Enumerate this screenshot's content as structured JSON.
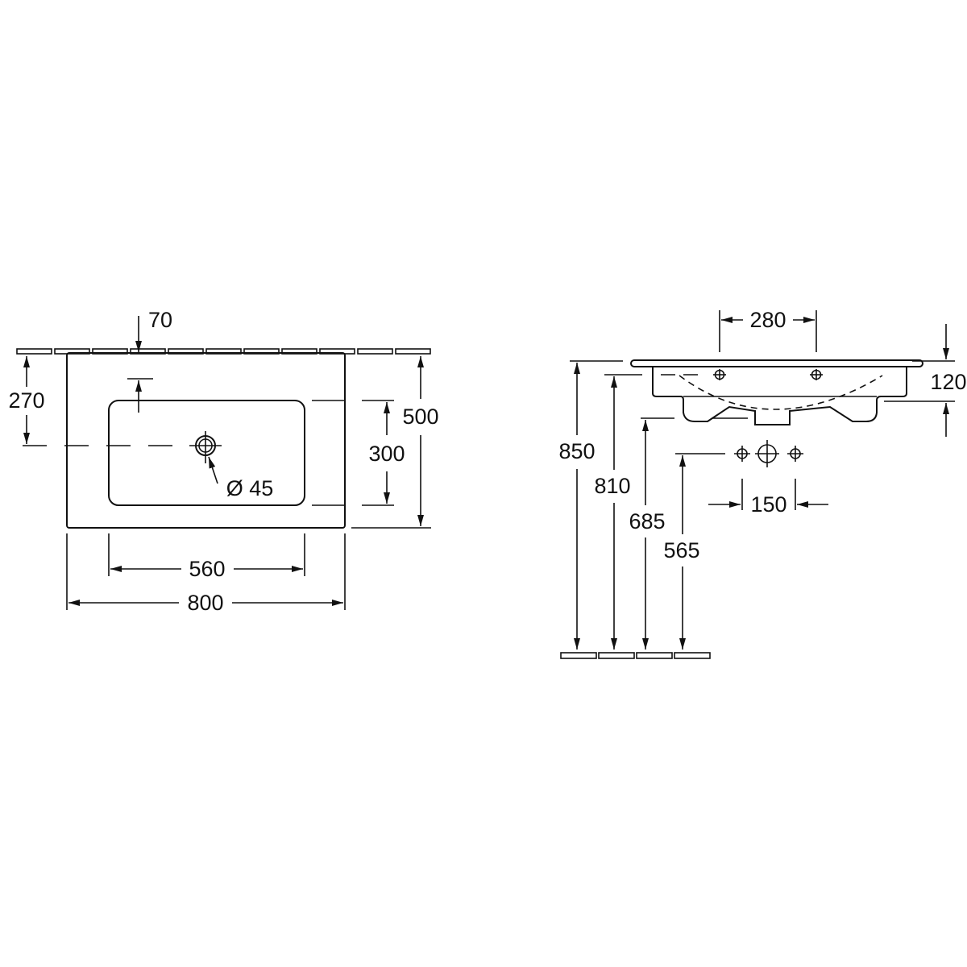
{
  "top_view": {
    "dims": {
      "wall_to_drain": "270",
      "backsplash": "70",
      "depth": "500",
      "bowl_depth": "300",
      "drain_diameter": "Ø 45",
      "bowl_width": "560",
      "width": "800"
    }
  },
  "side_view": {
    "dims": {
      "tap_spacing": "280",
      "thickness": "120",
      "top_height": "850",
      "underside_height": "810",
      "trap_height": "685",
      "supply_height": "565",
      "supply_spacing": "150"
    }
  }
}
